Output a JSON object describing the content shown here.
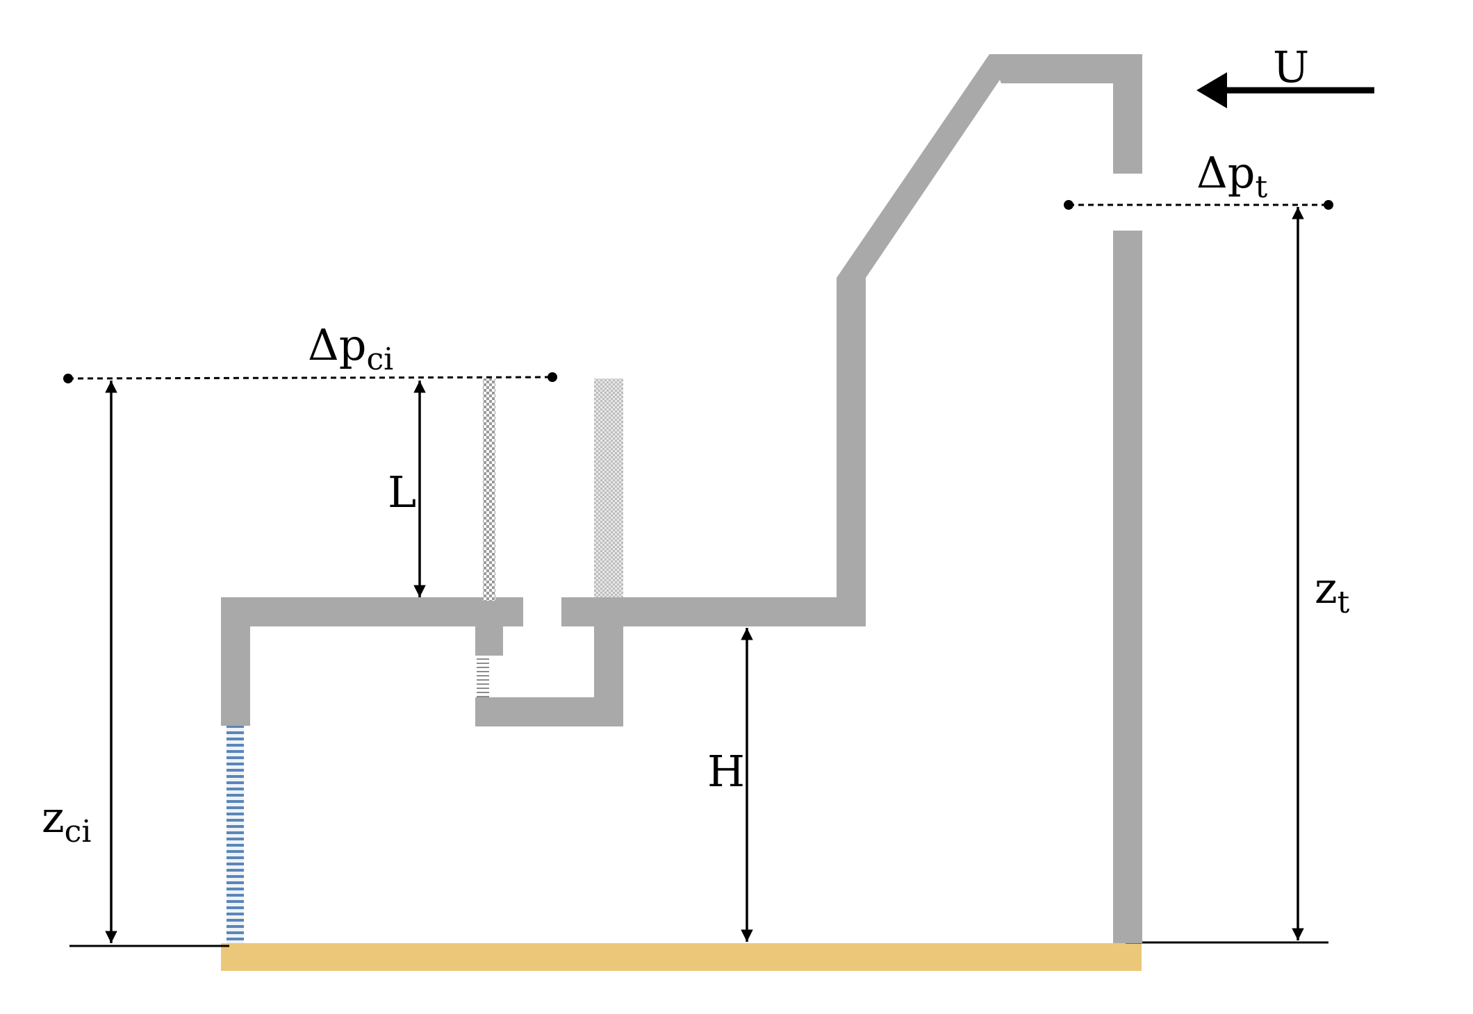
{
  "labels": {
    "delta_p_ci": {
      "main": "Δp",
      "sub": "ci"
    },
    "delta_p_t": {
      "main": "Δp",
      "sub": "t"
    },
    "z_ci": {
      "main": "z",
      "sub": "ci"
    },
    "z_t": {
      "main": "z",
      "sub": "t"
    },
    "L": "L",
    "H": "H",
    "U": "U"
  },
  "colors": {
    "wall": "#a9a9a9",
    "ground": "#ebc879",
    "screen_blue": "#5a86b8",
    "line": "#000000"
  }
}
